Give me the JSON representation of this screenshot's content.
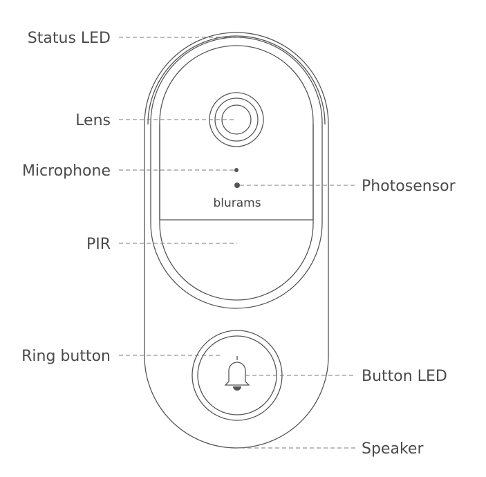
{
  "brand": "blurams",
  "labels": {
    "status_led": "Status LED",
    "lens": "Lens",
    "microphone": "Microphone",
    "photosensor": "Photosensor",
    "pir": "PIR",
    "ring_button": "Ring button",
    "button_led": "Button LED",
    "speaker": "Speaker"
  },
  "icons": {
    "bell": "bell-icon"
  },
  "colors": {
    "line": "#555555",
    "text": "#4a4a4a",
    "background": "#ffffff"
  }
}
